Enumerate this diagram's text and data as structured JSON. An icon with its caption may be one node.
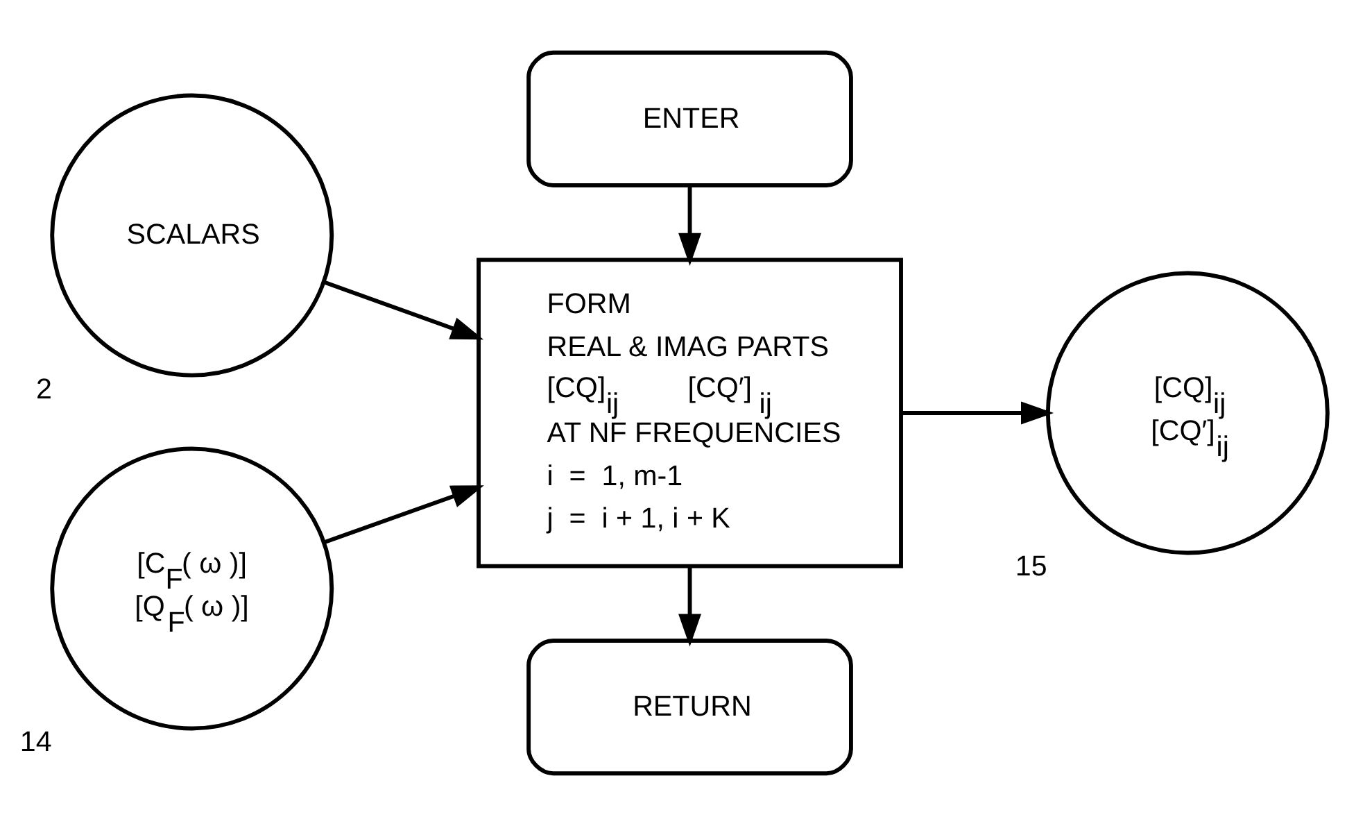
{
  "diagram": {
    "nodes": [
      {
        "text": [
          "ENTER"
        ]
      },
      {
        "text": [
          "SCALARS"
        ],
        "beside": [
          "2"
        ]
      },
      {
        "text": [
          "[C$_{F}$( ω )]",
          "[Q$_{F}$( ω )]"
        ],
        "beside": [
          "14"
        ]
      },
      {
        "text": [
          "FORM",
          "REAL & IMAG PARTS",
          "[CQ]$_{ij}$          [CQ′]$_{ij}$",
          "AT NF FREQUENCIES",
          "i  =  1, m-1",
          "j  =  i + 1, i + K"
        ]
      },
      {
        "text": [
          "[CQ]$_{ij}$",
          "[CQ′]$_{ij}$"
        ],
        "beside": [
          "15"
        ]
      },
      {
        "text": [
          "RETURN"
        ]
      }
    ],
    "edges": [
      {
        "from": 0,
        "to": 3,
        "arrow": "to"
      },
      {
        "from": 1,
        "to": 3,
        "arrow": "to"
      },
      {
        "from": 2,
        "to": 3,
        "arrow": "to"
      },
      {
        "from": 3,
        "to": 4,
        "arrow": "to"
      },
      {
        "from": 3,
        "to": 5,
        "arrow": "to"
      }
    ]
  }
}
